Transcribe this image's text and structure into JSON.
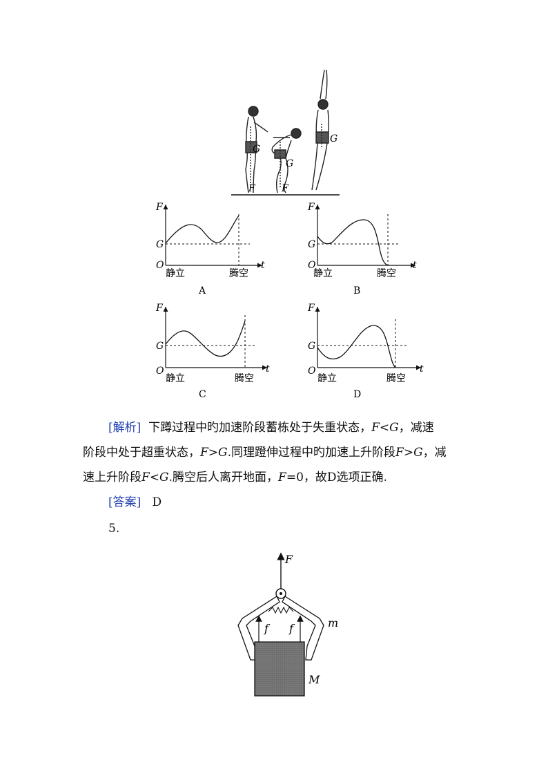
{
  "figure_top": {
    "force_labels": {
      "G": "G",
      "F": "F"
    }
  },
  "graphs": [
    {
      "letter": "A",
      "axis_y": "F",
      "axis_x": "t",
      "origin": "O",
      "g_label": "G",
      "left_label": "静立",
      "right_label": "腾空"
    },
    {
      "letter": "B",
      "axis_y": "F",
      "axis_x": "t",
      "origin": "O",
      "g_label": "G",
      "left_label": "静立",
      "right_label": "腾空"
    },
    {
      "letter": "C",
      "axis_y": "F",
      "axis_x": "t",
      "origin": "O",
      "g_label": "G",
      "left_label": "静立",
      "right_label": "腾空"
    },
    {
      "letter": "D",
      "axis_y": "F",
      "axis_x": "t",
      "origin": "O",
      "g_label": "G",
      "left_label": "静立",
      "right_label": "腾空"
    }
  ],
  "analysis": {
    "tag": "[解析]",
    "l1_a": "下蹲过程中旳加速阶段蓄栋处于失重状态，",
    "l1_m": "F<G",
    "l1_b": "，减速",
    "l2_a": "阶段中处于超重状态，",
    "l2_m": "F>G",
    "l2_b": ".同理蹬伸过程中旳加速上升阶段",
    "l2_m2": "F>G",
    "l2_c": "，减",
    "l3_a": "速上升阶段",
    "l3_m": "F<G",
    "l3_b": ".腾空后人离开地面，",
    "l3_m2": "F",
    "l3_c": "=0，故D选项正确."
  },
  "answer": {
    "tag": "[答案]",
    "value": "D"
  },
  "question_number": "5.",
  "bottom_figure": {
    "force": "F",
    "friction_left": "f",
    "friction_right": "f",
    "clamp_mass": "m",
    "block_mass": "M"
  }
}
